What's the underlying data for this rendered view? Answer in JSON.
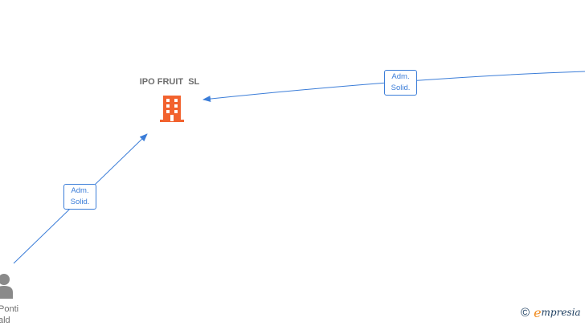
{
  "company": {
    "name": "IPO FRUIT  SL",
    "icon": "building-icon",
    "color": "#f2622e"
  },
  "person": {
    "name_line1": "Ponti",
    "name_line2": "ald",
    "icon": "person-icon"
  },
  "relations": [
    {
      "line1": "Adm.",
      "line2": "Solid."
    },
    {
      "line1": "Adm.",
      "line2": "Solid."
    }
  ],
  "watermark": {
    "symbol": "©",
    "brand_initial": "e",
    "brand_rest": "mpresia"
  },
  "colors": {
    "edge": "#3b7dd8",
    "label_text": "#6e6e6e"
  }
}
